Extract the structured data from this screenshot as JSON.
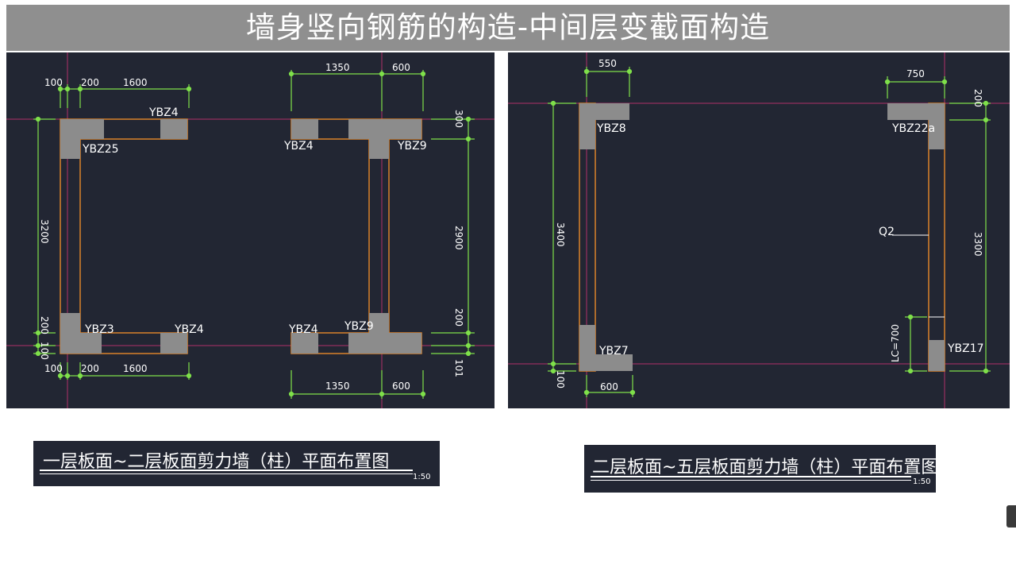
{
  "slide": {
    "title": "墙身竖向钢筋的构造-中间层变截面构造"
  },
  "left_drawing": {
    "caption": "一层板面~二层板面剪力墙（柱）平面布置图",
    "scale": "1:50",
    "dims": {
      "d100_top": "100",
      "d200_top": "200",
      "d1600_top": "1600",
      "d1350_top": "1350",
      "d600_top": "600",
      "d300": "300",
      "d2900": "2900",
      "d200_right": "200",
      "d101": "101",
      "d3200": "3200",
      "d200_left": "200",
      "d100_left": "100",
      "d100_bot": "100",
      "d200_bot": "200",
      "d1600_bot": "1600",
      "d1350_bot": "1350",
      "d600_bot": "600"
    },
    "labels": {
      "ybz4_a": "YBZ4",
      "ybz25": "YBZ25",
      "ybz4_b": "YBZ4",
      "ybz9_a": "YBZ9",
      "ybz3": "YBZ3",
      "ybz4_c": "YBZ4",
      "ybz4_d": "YBZ4",
      "ybz9_b": "YBZ9"
    }
  },
  "right_drawing": {
    "caption": "二层板面~五层板面剪力墙（柱）平面布置图",
    "scale": "1:50",
    "dims": {
      "d550": "550",
      "d750": "750",
      "d200": "200",
      "d3400": "3400",
      "d3300": "3300",
      "d600": "600",
      "d100": "100",
      "lc": "LC=700"
    },
    "labels": {
      "ybz8": "YBZ8",
      "ybz22a": "YBZ22a",
      "q2": "Q2",
      "ybz7": "YBZ7",
      "ybz17": "YBZ17"
    }
  },
  "colors": {
    "cad_background": "#222633",
    "dimension_green": "#7fe04a",
    "wall_orange": "#d9822b",
    "column_fill": "#8c8c8c",
    "axis_magenta": "#b0306a"
  }
}
